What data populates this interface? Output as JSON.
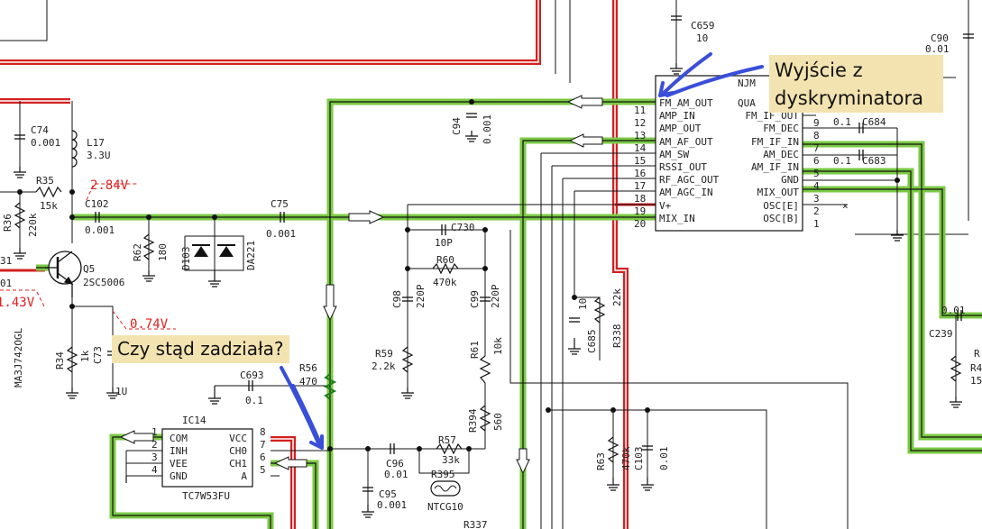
{
  "annotations": {
    "discriminator_note_line1": "Wyjście z",
    "discriminator_note_line2": "dyskryminatora",
    "question_note": "Czy stąd zadziała?"
  },
  "voltages": {
    "v1": "2.84V",
    "v2": "1.43V",
    "v3": "0.74V"
  },
  "ic12": {
    "name": "NJM",
    "qua_label": "QUA",
    "left_pins": [
      {
        "num": "11",
        "name": "FM_AM_OUT"
      },
      {
        "num": "12",
        "name": "AMP_IN"
      },
      {
        "num": "13",
        "name": "AMP_OUT"
      },
      {
        "num": "14",
        "name": "AM_AF_OUT"
      },
      {
        "num": "15",
        "name": "AM_SW"
      },
      {
        "num": "16",
        "name": "RSSI_OUT"
      },
      {
        "num": "17",
        "name": "RF_AGC_OUT"
      },
      {
        "num": "18",
        "name": "AM_AGC_IN"
      },
      {
        "num": "19",
        "name": "V+"
      },
      {
        "num": "20",
        "name": "MIX_IN"
      }
    ],
    "right_pins": [
      {
        "num": "9",
        "name": "FM_IF_OUT"
      },
      {
        "num": "8",
        "name": "FM_DEC"
      },
      {
        "num": "7",
        "name": "FM_IF_IN"
      },
      {
        "num": "6",
        "name": "AM_DEC"
      },
      {
        "num": "5",
        "name": "AM_IF_IN"
      },
      {
        "num": "4",
        "name": "GND"
      },
      {
        "num": "3",
        "name": "MIX_OUT"
      },
      {
        "num": "2",
        "name": "OSC[E]"
      },
      {
        "num": "1",
        "name": "OSC[B]"
      }
    ]
  },
  "ic14": {
    "name": "IC14",
    "part": "TC7W53FU",
    "left_pins": [
      {
        "num": "1",
        "name": "COM"
      },
      {
        "num": "2",
        "name": "INH"
      },
      {
        "num": "3",
        "name": "VEE"
      },
      {
        "num": "4",
        "name": "GND"
      }
    ],
    "right_pins": [
      {
        "num": "8",
        "name": "VCC"
      },
      {
        "num": "7",
        "name": "CH0"
      },
      {
        "num": "6",
        "name": "CH1"
      },
      {
        "num": "5",
        "name": "A"
      }
    ]
  },
  "components": {
    "c659": {
      "ref": "C659",
      "val": "10"
    },
    "c90": {
      "ref": "C90",
      "val": "0.01"
    },
    "c74": {
      "ref": "C74",
      "val": "0.001"
    },
    "l17": {
      "ref": "L17",
      "val": "3.3U"
    },
    "r35": {
      "ref": "R35",
      "val": "15k"
    },
    "r36": {
      "ref": "R36",
      "val": "220k"
    },
    "c102": {
      "ref": "C102",
      "val": "0.001"
    },
    "c75": {
      "ref": "C75",
      "val": "0.001"
    },
    "r62": {
      "ref": "R62",
      "val": "180"
    },
    "d103": {
      "ref": "D103"
    },
    "da221": {
      "ref": "DA221"
    },
    "q5": {
      "ref": "Q5",
      "val": "2SC5006"
    },
    "c94": {
      "ref": "C94",
      "val": "0.001"
    },
    "c730": {
      "ref": "C730",
      "val": "10P"
    },
    "r60": {
      "ref": "R60",
      "val": "470k"
    },
    "c98": {
      "ref": "C98",
      "val": "220P"
    },
    "c99": {
      "ref": "C99",
      "val": "220P"
    },
    "r59": {
      "ref": "R59",
      "val": "2.2k"
    },
    "r61": {
      "ref": "R61",
      "val": "10k"
    },
    "r394": {
      "ref": "R394",
      "val": "560"
    },
    "r57": {
      "ref": "R57",
      "val": "33k"
    },
    "c96": {
      "ref": "C96",
      "val": "0.01"
    },
    "r395": {
      "ref": "R395",
      "val": "NTCG10"
    },
    "c95": {
      "ref": "C95",
      "val": "0.001"
    },
    "r337": {
      "ref": "R337"
    },
    "r56": {
      "ref": "R56",
      "val": "470"
    },
    "c693": {
      "ref": "C693",
      "val": "0.1"
    },
    "r34": {
      "ref": "R34",
      "val": "1k"
    },
    "c73": {
      "ref": "C73",
      "val": "1U"
    },
    "c685": {
      "ref": "C685",
      "val": "10"
    },
    "r338": {
      "ref": "R338",
      "val": "22k"
    },
    "r63": {
      "ref": "R63",
      "val": "470k"
    },
    "c103": {
      "ref": "C103",
      "val": "0.01"
    },
    "c684": {
      "ref": "C684",
      "val": "0.1"
    },
    "c683": {
      "ref": "C683",
      "val": "0.1"
    },
    "c239": {
      "ref": "C239",
      "val": "0.01"
    },
    "ma_partial": {
      "ref": "MA3J742OGL"
    },
    "r4_partial": {
      "ref": "R4",
      "val": "15"
    },
    "r_edge": {
      "ref": "R"
    },
    "left_partial_31": {
      "ref": "31"
    },
    "left_partial_01": {
      "ref": "01"
    }
  }
}
